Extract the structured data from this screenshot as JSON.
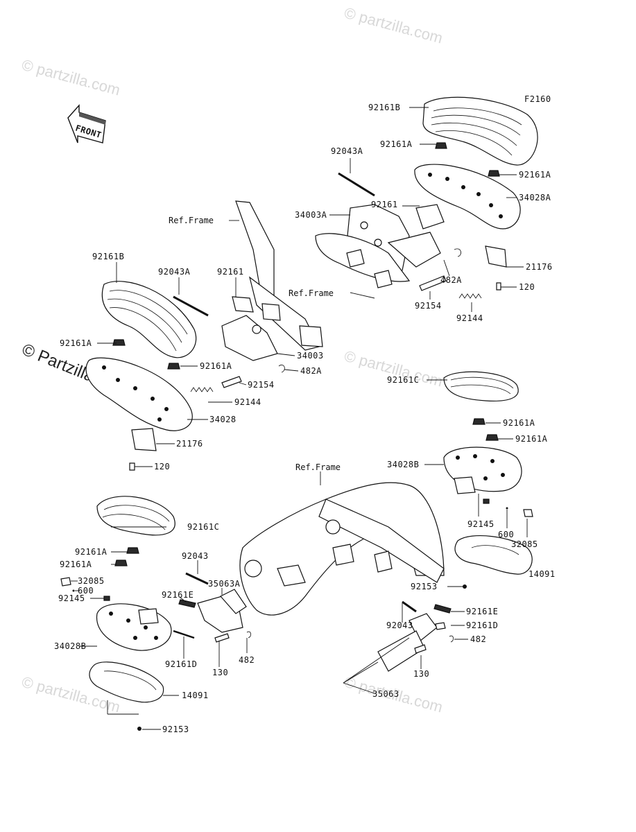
{
  "diagram_code": "F2160",
  "front_label": "FRONT",
  "copyright": "© Partzilla.com",
  "watermark": "© partzilla.com",
  "ref_frame": "Ref.Frame",
  "labels": {
    "p92161B_top": "92161B",
    "p92161A_a": "92161A",
    "p92043A_a": "92043A",
    "p92161A_b": "92161A",
    "p34028A": "34028A",
    "p34003A": "34003A",
    "p92161_a": "92161",
    "p21176_a": "21176",
    "p482A_a": "482A",
    "p120_a": "120",
    "p92154_a": "92154",
    "p92144_a": "92144",
    "p92161B_left": "92161B",
    "p92043A_b": "92043A",
    "p92161_b": "92161",
    "p92161A_c": "92161A",
    "p34003": "34003",
    "p92161A_d": "92161A",
    "p482A_b": "482A",
    "p92154_b": "92154",
    "p92144_b": "92144",
    "p34028": "34028",
    "p21176_b": "21176",
    "p120_b": "120",
    "p92161C_r": "92161C",
    "p92161A_e": "92161A",
    "p92161A_f": "92161A",
    "p34028B_r": "34028B",
    "p92145_r": "92145",
    "p600_r": "600",
    "p32085_r": "32085",
    "p14091_r": "14091",
    "p92153_r": "92153",
    "p92161C_l": "92161C",
    "p92161A_g": "92161A",
    "p92161A_h": "92161A",
    "p32085_l": "32085",
    "p600_l": "600",
    "p92145_l": "92145",
    "p92043_l": "92043",
    "p35063A": "35063A",
    "p92161E_l": "92161E",
    "p34028B_l": "34028B",
    "p92161D_l": "92161D",
    "p130_l": "130",
    "p482_l": "482",
    "p14091_l": "14091",
    "p92153_l": "92153",
    "p92161E_r": "92161E",
    "p92043_r": "92043",
    "p92161D_r": "92161D",
    "p482_r": "482",
    "p130_r": "130",
    "p35063": "35063"
  }
}
